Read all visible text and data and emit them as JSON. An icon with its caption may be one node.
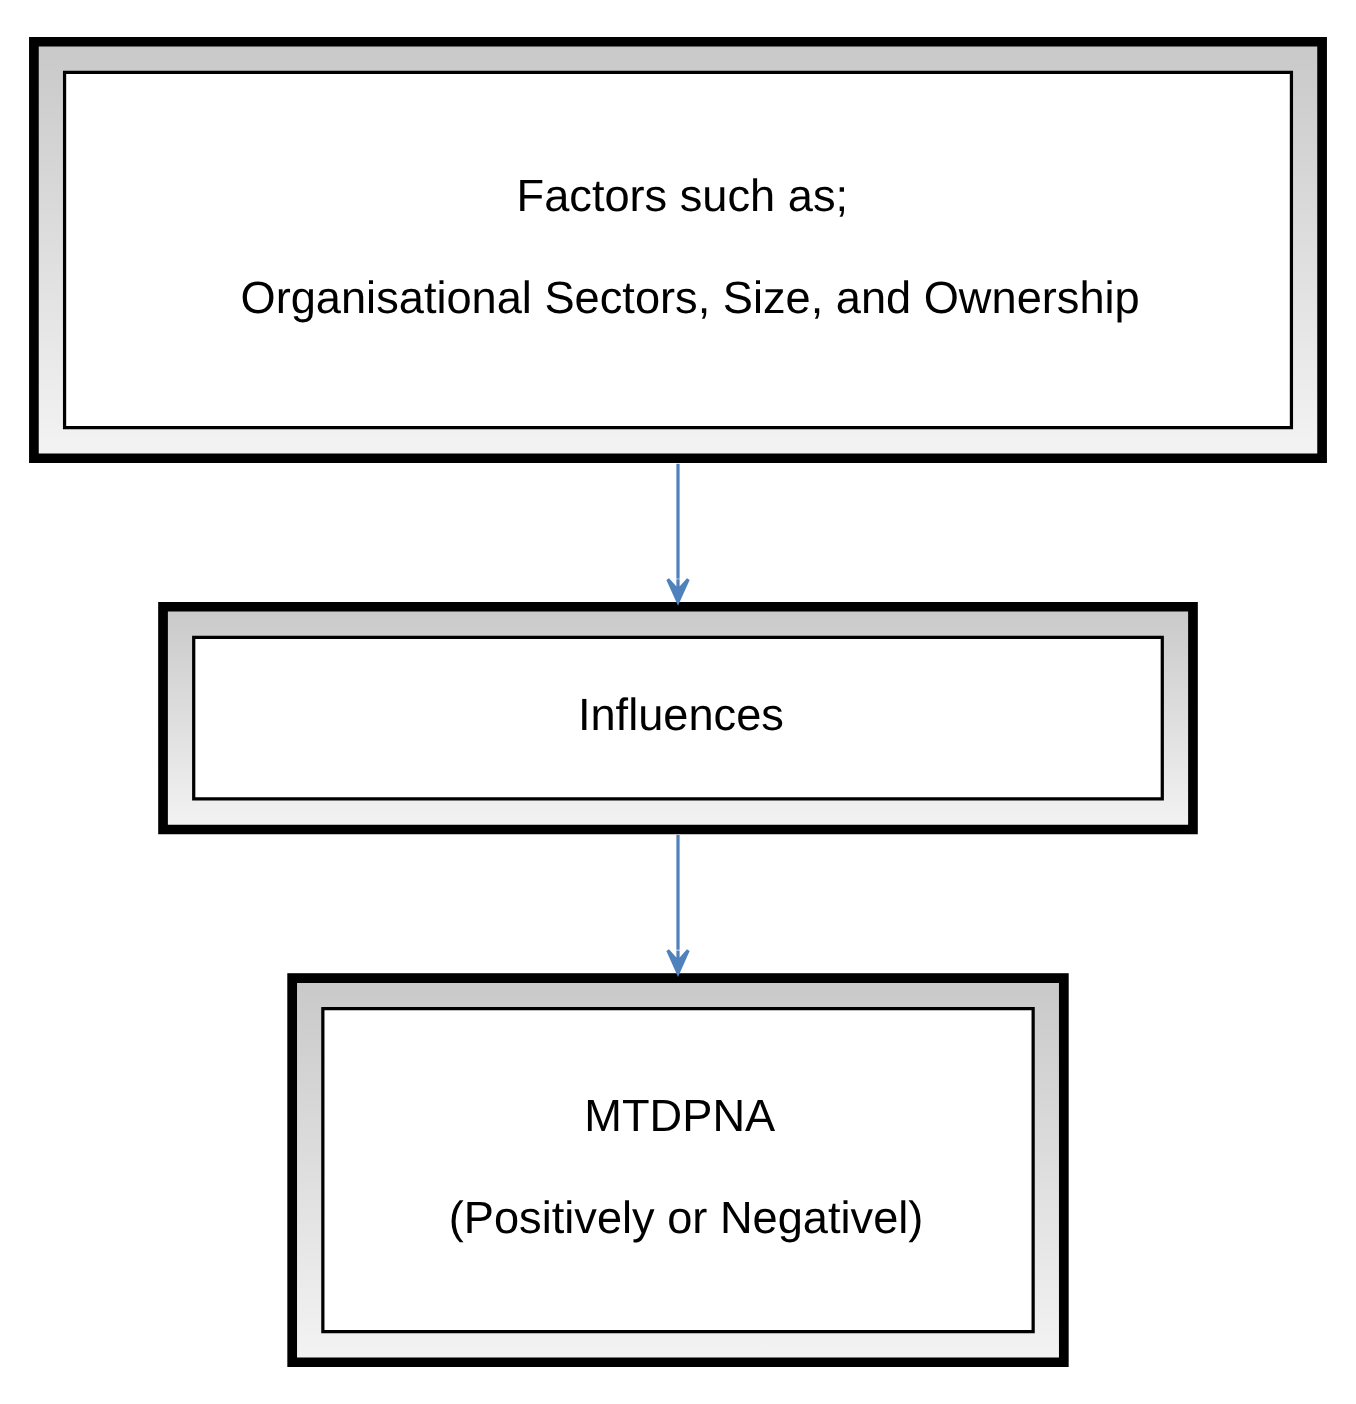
{
  "diagram": {
    "nodes": [
      {
        "text": [
          "Factors such as;",
          "Organisational Sectors, Size, and Ownership"
        ]
      },
      {
        "text": [
          "Influences"
        ]
      },
      {
        "text": [
          "MTDPNA",
          "(Positively or Negativel)"
        ]
      }
    ],
    "edges": [
      {
        "from": 0,
        "to": 1,
        "arrow": "to"
      },
      {
        "from": 1,
        "to": 2,
        "arrow": "to"
      }
    ]
  }
}
